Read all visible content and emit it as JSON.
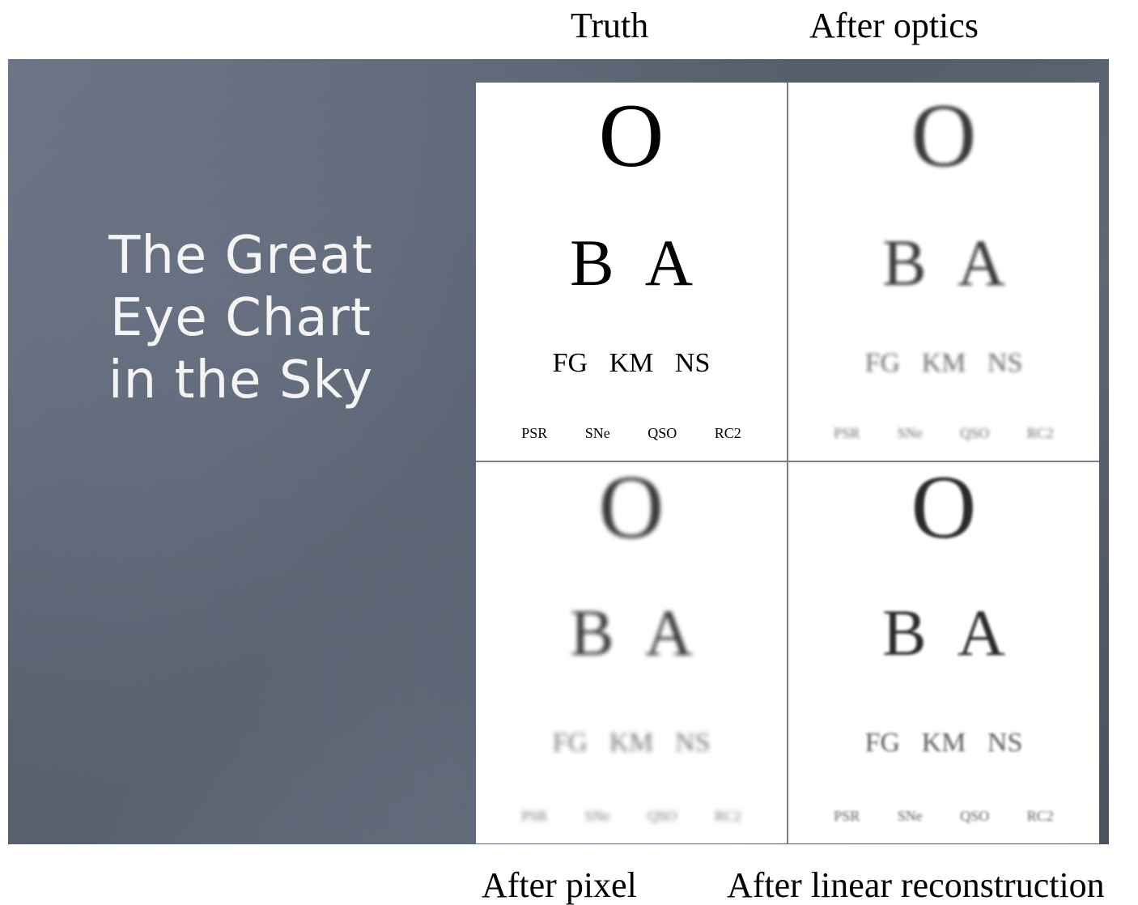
{
  "captions": {
    "truth": "Truth",
    "after_optics": "After optics",
    "after_pixel": "After pixel",
    "after_linear_reconstruction": "After linear reconstruction"
  },
  "slide": {
    "title_lines": [
      "The Great",
      "Eye Chart",
      "in the Sky"
    ]
  },
  "eye_chart": {
    "row1": "O",
    "row2": "B A",
    "row3": "FG KM NS",
    "row4": "PSR SNe QSO RC2"
  },
  "colors": {
    "board": "#5b6372",
    "divider": "#7c7f86",
    "title_text": "#f4f4f4"
  }
}
